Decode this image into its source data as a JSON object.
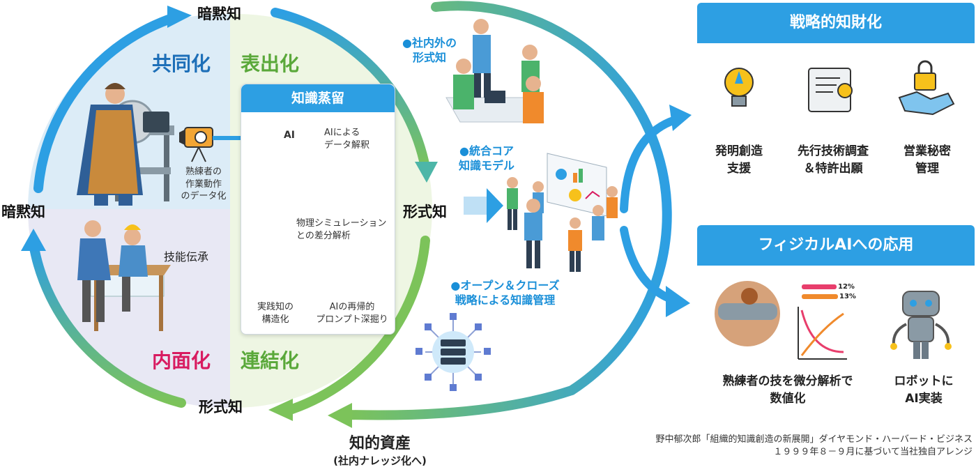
{
  "cycle": {
    "top_label": "暗黙知",
    "left_label": "暗黙知",
    "right_label": "形式知",
    "bottom_label": "形式知",
    "socialization": "共同化",
    "externalization": "表出化",
    "internalization": "内面化",
    "combination": "連結化",
    "skill_transfer": "技能伝承",
    "motion_capture": "熟練者の\n作業動作\nのデータ化"
  },
  "distill": {
    "title": "知識蒸留",
    "ai_analysis": "AIによる\nデータ解釈",
    "sim_diff": "物理シミュレーション\nとの差分解析",
    "structuring": "実践知の\n構造化",
    "prompt": "AIの再帰的\nプロンプト深掘り",
    "ai_chip": "AI"
  },
  "middle": {
    "external_formal": "●社内外の\n形式知",
    "core_model": "●統合コア\n知識モデル",
    "open_close": "●オープン＆クローズ\n戦略による知識管理"
  },
  "asset": {
    "title": "知的資産",
    "subtitle": "(社内ナレッジ化へ)"
  },
  "ip": {
    "title": "戦略的知財化",
    "items": [
      "発明創造\n支援",
      "先行技術調査\n＆特許出願",
      "営業秘密\n管理"
    ]
  },
  "physical": {
    "title": "フィジカルAIへの応用",
    "skill": "熟練者の技を微分解析で\n数値化",
    "robot": "ロボットに\nAI実装",
    "bar1": "12%",
    "bar2": "13%"
  },
  "footer": {
    "line1": "野中郁次郎「組織的知識創造の新展開」ダイヤモンド・ハーバード・ビジネス",
    "line2": "１９９９年８－９月に基づいて当社独自アレンジ"
  },
  "colors": {
    "blue": "#2d9fe3",
    "green": "#7cc35a",
    "pink": "#d81b60",
    "dark_blue": "#1d6fb8"
  }
}
